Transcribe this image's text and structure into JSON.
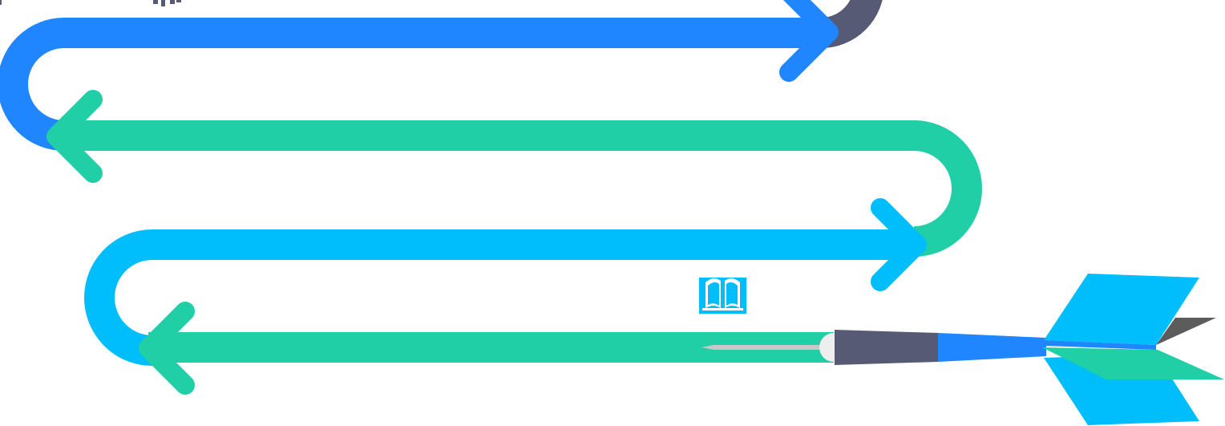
{
  "colors": {
    "blue": "#1f86ff",
    "green": "#20cfa6",
    "sky": "#00bdfc",
    "slate": "#575a74",
    "grey": "#5c5c5c",
    "needle": "#c8c8c8",
    "white": "#ffffff"
  },
  "icons": {
    "top_partial": "gear-icon",
    "center": "book-icon",
    "dart": "dart-icon"
  },
  "paths": [
    {
      "id": "path-1",
      "color": "blue",
      "direction": "right"
    },
    {
      "id": "path-2",
      "color": "green",
      "direction": "left"
    },
    {
      "id": "path-3",
      "color": "sky",
      "direction": "right"
    },
    {
      "id": "path-4",
      "color": "green",
      "direction": "left"
    }
  ]
}
